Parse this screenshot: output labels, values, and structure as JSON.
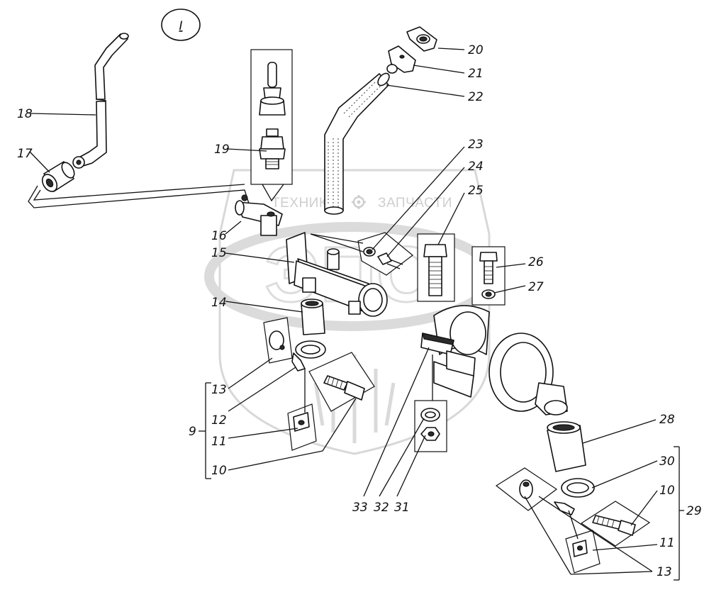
{
  "view_marker": "I",
  "watermark": {
    "left": "ТЕХНИКА",
    "right": "ЗАПЧАСТИ",
    "emblem": "ЭПО"
  },
  "callouts": {
    "c9": "9",
    "c10a": "10",
    "c10b": "10",
    "c11a": "11",
    "c11b": "11",
    "c12": "12",
    "c13a": "13",
    "c13b": "13",
    "c14": "14",
    "c15": "15",
    "c16": "16",
    "c17": "17",
    "c18": "18",
    "c19": "19",
    "c20": "20",
    "c21": "21",
    "c22": "22",
    "c23": "23",
    "c24": "24",
    "c25": "25",
    "c26": "26",
    "c27": "27",
    "c28": "28",
    "c29": "29",
    "c30": "30",
    "c31": "31",
    "c32": "32",
    "c33": "33"
  },
  "icons": {
    "gear": "gear-icon"
  }
}
